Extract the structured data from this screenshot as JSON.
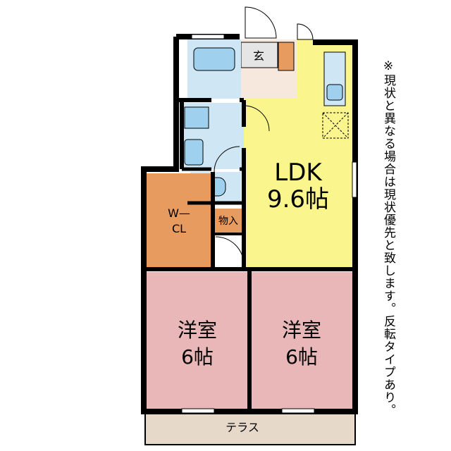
{
  "rooms": {
    "ldk": {
      "name": "LDK",
      "size": "9.6帖"
    },
    "bedroom_left": {
      "name": "洋室",
      "size": "6帖"
    },
    "bedroom_right": {
      "name": "洋室",
      "size": "6帖"
    },
    "walk_in_closet": {
      "line1": "W—",
      "line2": "CL"
    },
    "storage": "物入",
    "entrance": "玄",
    "terrace": "テラス"
  },
  "note": "※現状と異なる場合は現状優先と致します。反転タイプあり。",
  "colors": {
    "ldk": "#FAF58C",
    "bedroom": "#E9B7B7",
    "closet": "#E89B5F",
    "water": "#CFE6F5",
    "terrace": "#E7D9C9",
    "entrance_floor": "#F6E8DC",
    "wall": "#000000"
  }
}
